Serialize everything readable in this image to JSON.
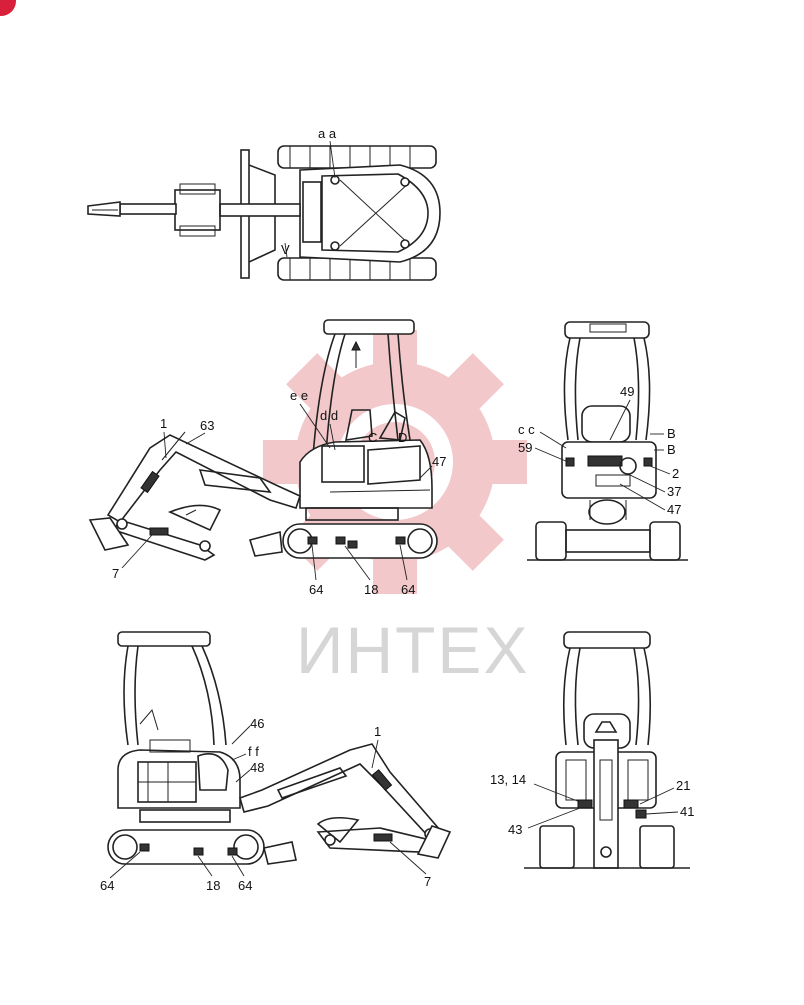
{
  "watermark": {
    "text": "ИНТЕХ",
    "gear_color": "#f2c6c8",
    "text_color": "#d6d6d6"
  },
  "badge": {
    "color": "#d8203a"
  },
  "top_view": {
    "labels": {
      "aa": "a a",
      "v": "V"
    }
  },
  "side_view_left": {
    "labels": {
      "l1": "1",
      "l63": "63",
      "ee": "e e",
      "dd": "d d",
      "c": "C",
      "d": "D",
      "l47": "47",
      "l7": "7",
      "l64a": "64",
      "l18": "18",
      "l64b": "64"
    }
  },
  "rear_view_top": {
    "labels": {
      "cc": "c c",
      "l59": "59",
      "l49": "49",
      "b1": "B",
      "b2": "B",
      "l2": "2",
      "l37": "37",
      "l47": "47"
    }
  },
  "side_view_right": {
    "labels": {
      "l46": "46",
      "ff": "f f",
      "l48": "48",
      "l1": "1",
      "l64a": "64",
      "l18": "18",
      "l64b": "64",
      "l7": "7"
    }
  },
  "front_view_bottom": {
    "labels": {
      "l1314": "13, 14",
      "l21": "21",
      "l43": "43",
      "l41": "41"
    }
  }
}
